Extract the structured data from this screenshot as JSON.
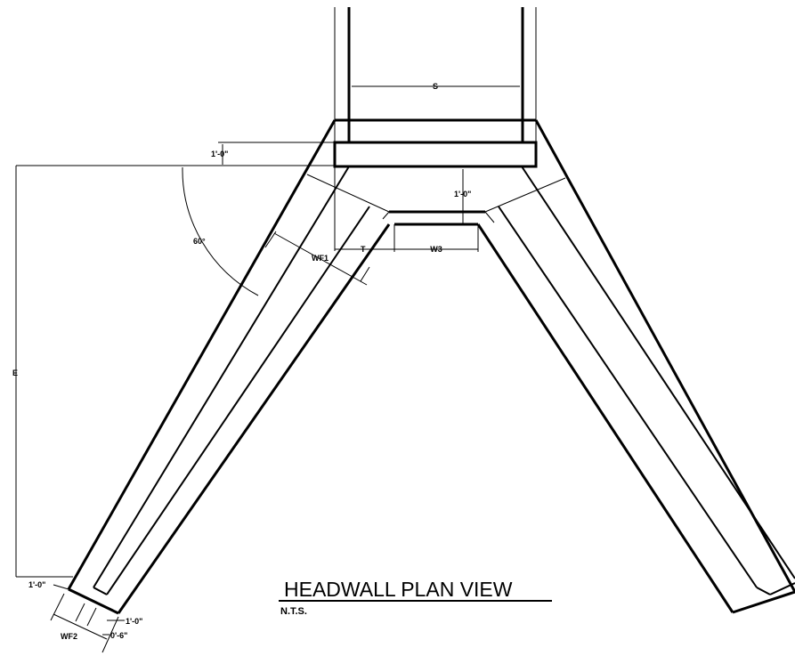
{
  "drawing": {
    "title": "HEADWALL PLAN VIEW",
    "scale_note": "N.T.S.",
    "dimensions": {
      "s": "S",
      "e": "E",
      "w3": "W3",
      "t": "T",
      "wf1": "WF1",
      "wf2": "WF2",
      "angle": "60°",
      "top_offset": "1'-0\"",
      "apron_offset": "1'-0\"",
      "wing_end_left": "1'-0\"",
      "wing_end_right": "1'-0\"",
      "wing_end_half": "0'-6\""
    }
  }
}
